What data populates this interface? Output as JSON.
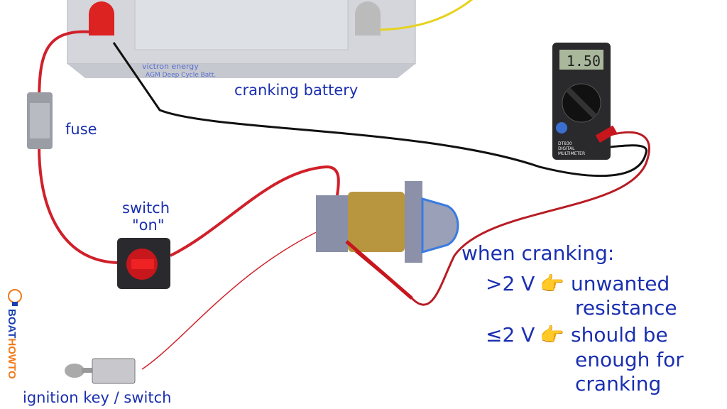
{
  "labels": {
    "battery": "cranking battery",
    "fuse": "fuse",
    "switch_line1": "switch",
    "switch_line2": "\"on\"",
    "ignition": "ignition key / switch"
  },
  "battery": {
    "brand": "victron energy",
    "model": "AGM Deep Cycle Batt."
  },
  "multimeter": {
    "display": "1.50",
    "model": "DT830",
    "line2": "DIGITAL",
    "line3": "MULTIMETER"
  },
  "note": {
    "heading": "when cranking:",
    "case1_value": ">2 V",
    "case1_text_1": "unwanted",
    "case1_text_2": "resistance",
    "case2_value": "≤2 V",
    "case2_text_1": "should be",
    "case2_text_2": "enough for",
    "case2_text_3": "cranking",
    "pointer_icon": "pointing-hand-icon"
  },
  "logo": {
    "part1": "BOAT",
    "part2": "HOWTO"
  },
  "colors": {
    "label": "#1a2fb0",
    "wire_red": "#d0202a",
    "wire_black": "#111111",
    "wire_yellow": "#e6d21c",
    "logo_blue": "#1a3fb0",
    "logo_orange": "#f07a1a"
  }
}
